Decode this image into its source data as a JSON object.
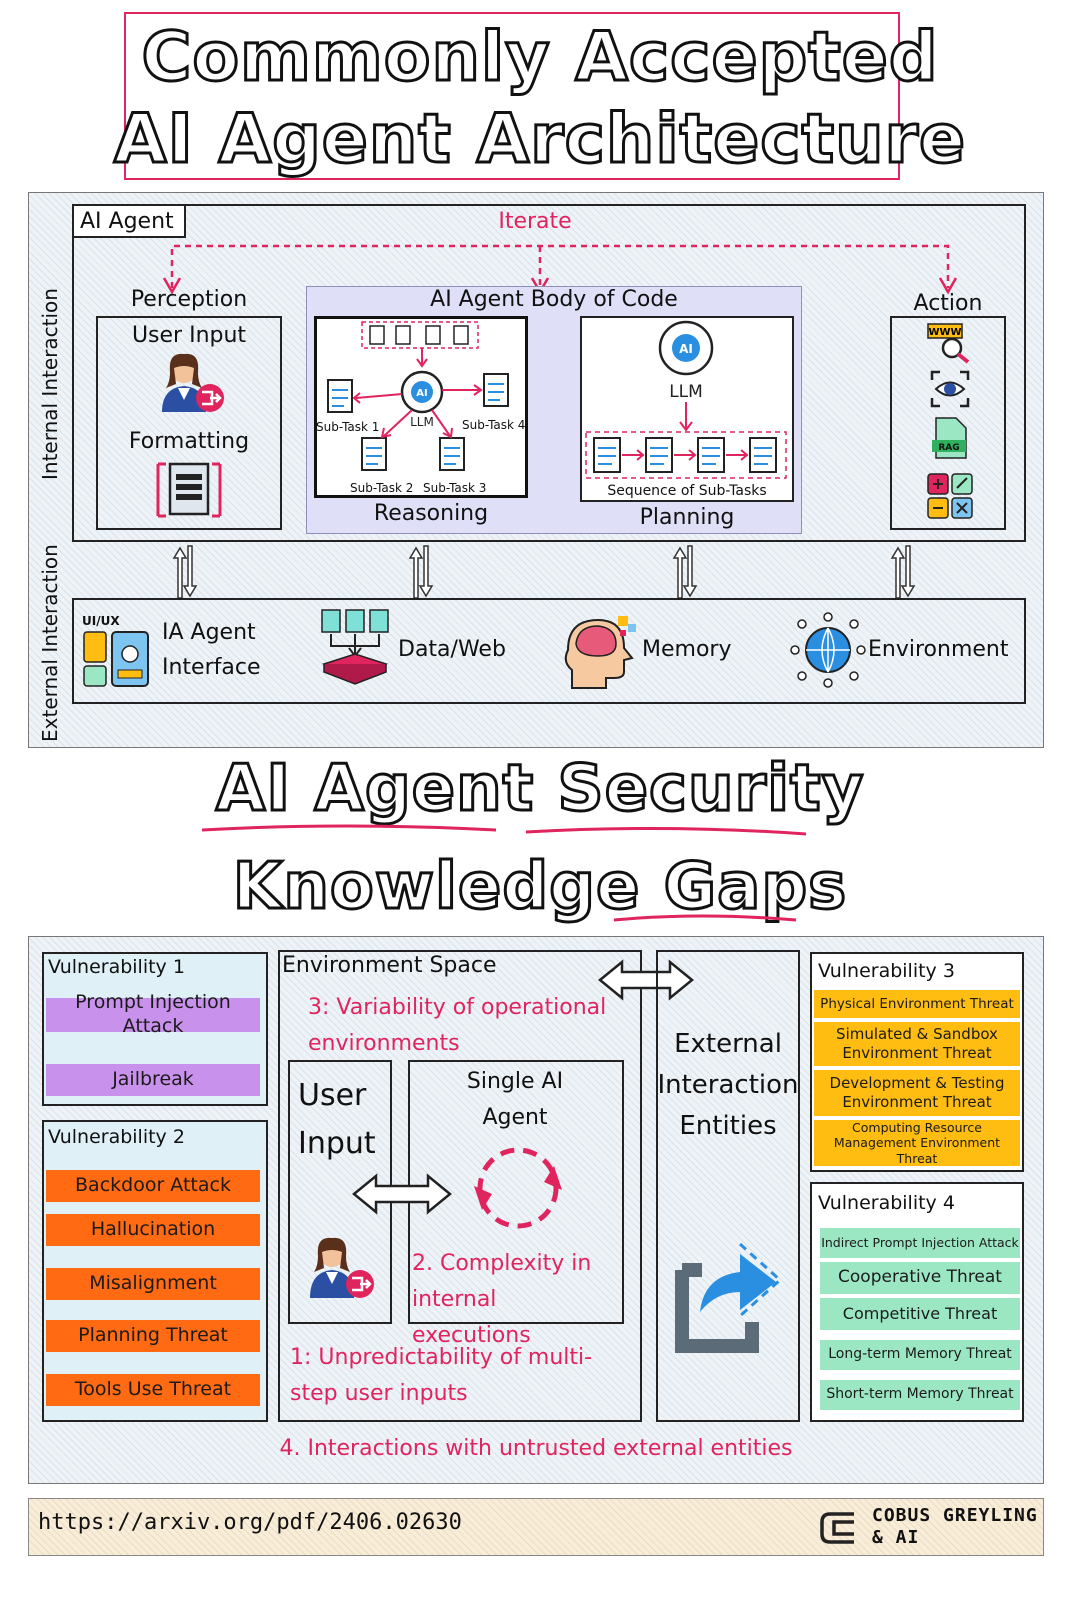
{
  "title": {
    "line1": "Commonly Accepted",
    "line2": "AI Agent Architecture"
  },
  "architecture": {
    "side_labels": {
      "internal": "Internal Interaction",
      "external": "External Interaction"
    },
    "ai_agent_label": "AI Agent",
    "iterate": "Iterate",
    "perception": {
      "title": "Perception",
      "user_input": "User Input",
      "formatting": "Formatting"
    },
    "body_of_code": {
      "title": "AI Agent Body of Code",
      "reasoning": {
        "label": "Reasoning",
        "llm": "LLM",
        "ai": "AI",
        "subtasks": [
          "Sub-Task 1",
          "Sub-Task 2",
          "Sub-Task 3",
          "Sub-Task 4"
        ]
      },
      "planning": {
        "label": "Planning",
        "llm": "LLM",
        "ai": "AI",
        "sequence": "Sequence of Sub-Tasks"
      }
    },
    "action": {
      "title": "Action",
      "rag": "RAG",
      "www": "WWW"
    },
    "external": {
      "uiux": "UI/UX",
      "interface_line1": "IA Agent",
      "interface_line2": "Interface",
      "data_web": "Data/Web",
      "memory": "Memory",
      "environment": "Environment"
    }
  },
  "security_title": {
    "line1": "AI Agent Security",
    "line2": "Knowledge Gaps"
  },
  "security": {
    "vuln1": {
      "title": "Vulnerability 1",
      "items": [
        "Prompt Injection Attack",
        "Jailbreak"
      ]
    },
    "vuln2": {
      "title": "Vulnerability 2",
      "items": [
        "Backdoor Attack",
        "Hallucination",
        "Misalignment",
        "Planning Threat",
        "Tools Use Threat"
      ]
    },
    "vuln3": {
      "title": "Vulnerability 3",
      "items": [
        "Physical Environment Threat",
        "Simulated & Sandbox Environment Threat",
        "Development & Testing Environment Threat",
        "Computing Resource Management Environment Threat"
      ]
    },
    "vuln4": {
      "title": "Vulnerability 4",
      "items": [
        "Indirect Prompt Injection Attack",
        "Cooperative Threat",
        "Competitive Threat",
        "Long-term Memory Threat",
        "Short-term Memory Threat"
      ]
    },
    "env_space": "Environment Space",
    "gap3": "3: Variability of operational environments",
    "user_input": "User Input",
    "single_agent": "Single AI Agent",
    "gap2": "2. Complexity in internal executions",
    "gap1": "1: Unpredictability of multi-step user inputs",
    "external_entities": "External Interaction Entities",
    "gap4": "4. Interactions with untrusted external entities"
  },
  "footer": {
    "url": "https://arxiv.org/pdf/2406.02630",
    "brand_line1": "COBUS GREYLING",
    "brand_line2": "& AI"
  },
  "colors": {
    "accent": "#e0245e",
    "orange": "#ff6a13",
    "purple": "#c891ec",
    "amber": "#ffbd12",
    "mint": "#9be7c4",
    "panel": "#dfe0f7"
  }
}
